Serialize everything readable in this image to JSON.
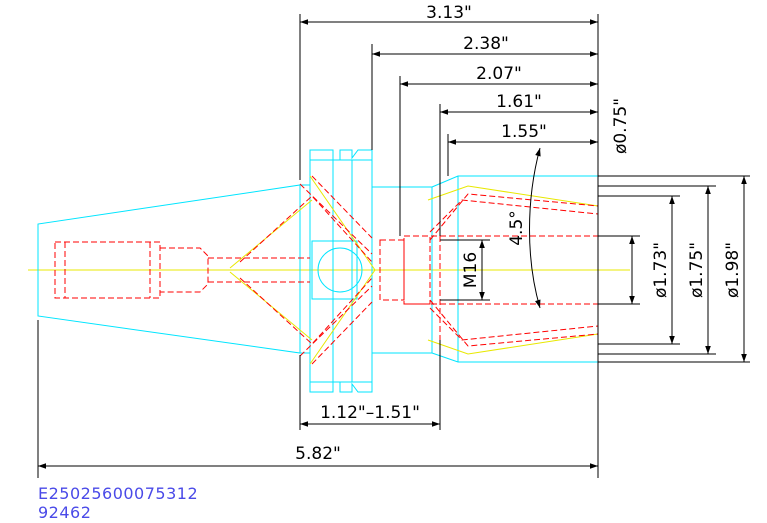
{
  "dimensions": {
    "overall_top": "3.13\"",
    "flange_to_front": "2.38\"",
    "bore_depth": "2.07\"",
    "taper_outer": "1.61\"",
    "taper_inner": "1.55\"",
    "diameter_small": "ø0.75\"",
    "diameter_173": "ø1.73\"",
    "diameter_175": "ø1.75\"",
    "diameter_198": "ø1.98\"",
    "angle": "4.5°",
    "thread": "M16",
    "gauge_range": "1.12\"–1.51\"",
    "overall_length": "5.82\""
  },
  "part_id": {
    "code": "E25025600075312",
    "number": "92462"
  },
  "colors": {
    "outline": "#00e5ff",
    "hidden": "#ff0000",
    "centerline": "#e8e800",
    "dimension": "#000000",
    "id_text": "#4a4ae8"
  }
}
